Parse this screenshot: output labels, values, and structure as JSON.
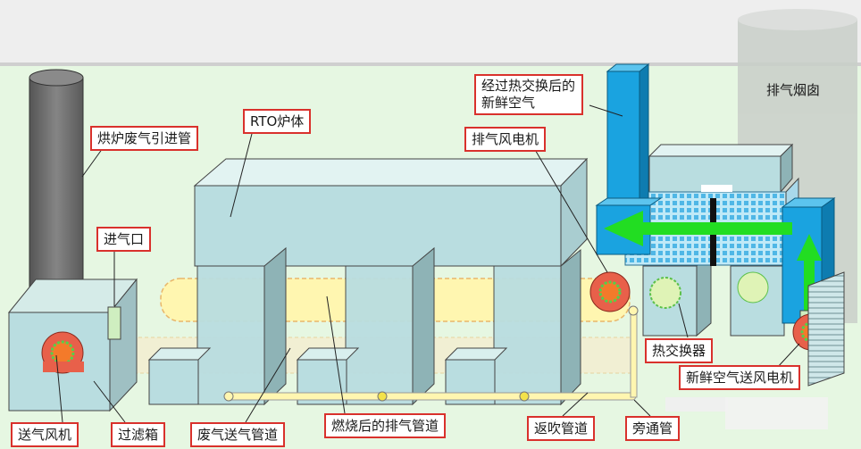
{
  "labels": {
    "duct": "烘炉废气引进管",
    "rto": "RTO炉体",
    "inlet": "进气口",
    "fresh_after": "经过热交换后的新鲜空气",
    "exhaust_motor": "排气风电机",
    "stack": "排气烟囱",
    "heat_exchanger": "热交换器",
    "fresh_motor": "新鲜空气送风电机",
    "blower": "送气风机",
    "filter": "过滤箱",
    "waste_pipe": "废气送气管道",
    "burned_pipe": "燃烧后的排气管道",
    "purge_pipe": "返吹管道",
    "bypass": "旁通管"
  },
  "colors": {
    "background": "#e6f7e2",
    "structure": "#b9dde0",
    "blue_duct": "#1aa3e0",
    "pipe_yellow": "#fff6b0",
    "fan_red": "#e8604a",
    "arrow_green": "#22dd22",
    "label_border": "#d9312c",
    "chimney": "#6e6e6e"
  }
}
